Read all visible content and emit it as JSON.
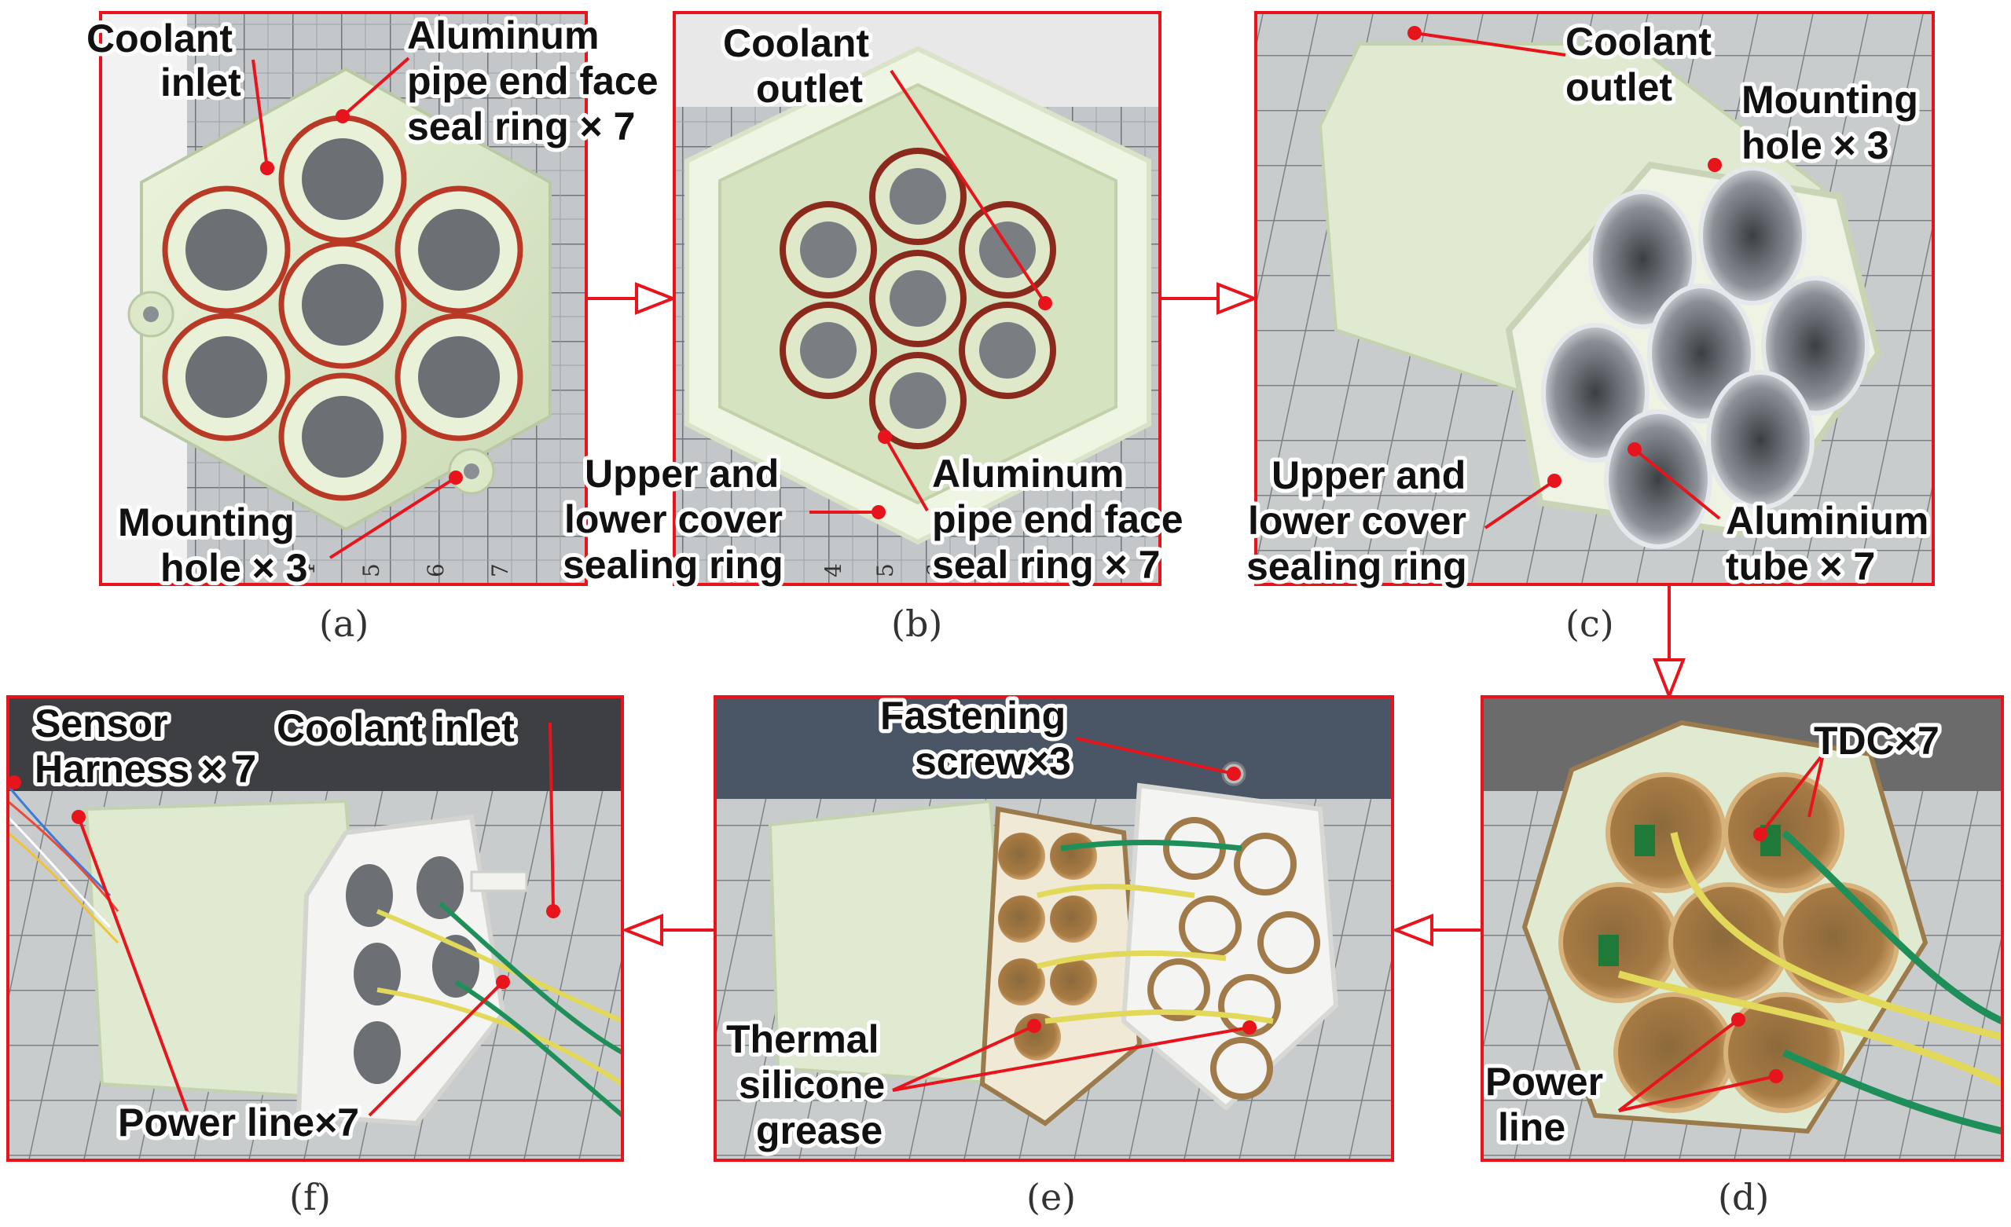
{
  "colors": {
    "frame": "#e8141c",
    "part_body": "#e4f0d2",
    "seal_ring": "#b83a26",
    "aluminum": "#c9cdd2",
    "copper": "#b07a3c",
    "grid_mat": "#b9bdbf"
  },
  "panels": {
    "a": {
      "caption": "(a)",
      "labels": {
        "coolant_inlet": [
          "Coolant",
          "inlet"
        ],
        "aluminum_seal": [
          "Aluminum",
          "pipe end face",
          "seal ring × 7"
        ],
        "mounting_hole": [
          "Mounting",
          "hole × 3"
        ]
      },
      "ruler_numbers": [
        "4",
        "5",
        "6",
        "7"
      ]
    },
    "b": {
      "caption": "(b)",
      "labels": {
        "coolant_outlet": [
          "Coolant",
          "outlet"
        ],
        "cover_seal": [
          "Upper and",
          "lower cover",
          "sealing ring"
        ],
        "aluminum_seal": [
          "Aluminum",
          "pipe end face",
          "seal ring × 7"
        ]
      },
      "ruler_numbers": [
        "4",
        "5",
        "6"
      ]
    },
    "c": {
      "caption": "(c)",
      "labels": {
        "coolant_outlet": [
          "Coolant",
          "outlet"
        ],
        "mounting_hole": [
          "Mounting",
          "hole × 3"
        ],
        "cover_seal": [
          "Upper and",
          "lower cover",
          "sealing ring"
        ],
        "aluminium_tube": [
          "Aluminium",
          "tube × 7"
        ]
      }
    },
    "d": {
      "caption": "(d)",
      "labels": {
        "tdc": [
          "TDC×7"
        ],
        "power_line": [
          "Power",
          "line"
        ]
      }
    },
    "e": {
      "caption": "(e)",
      "labels": {
        "fastening_screw": [
          "Fastening",
          "screw×3"
        ],
        "thermal_grease": [
          "Thermal",
          "silicone",
          "grease"
        ]
      }
    },
    "f": {
      "caption": "(f)",
      "labels": {
        "sensor_harness": [
          "Sensor",
          "Harness × 7"
        ],
        "coolant_inlet": [
          "Coolant inlet"
        ],
        "power_line": [
          "Power line×7"
        ]
      }
    }
  }
}
